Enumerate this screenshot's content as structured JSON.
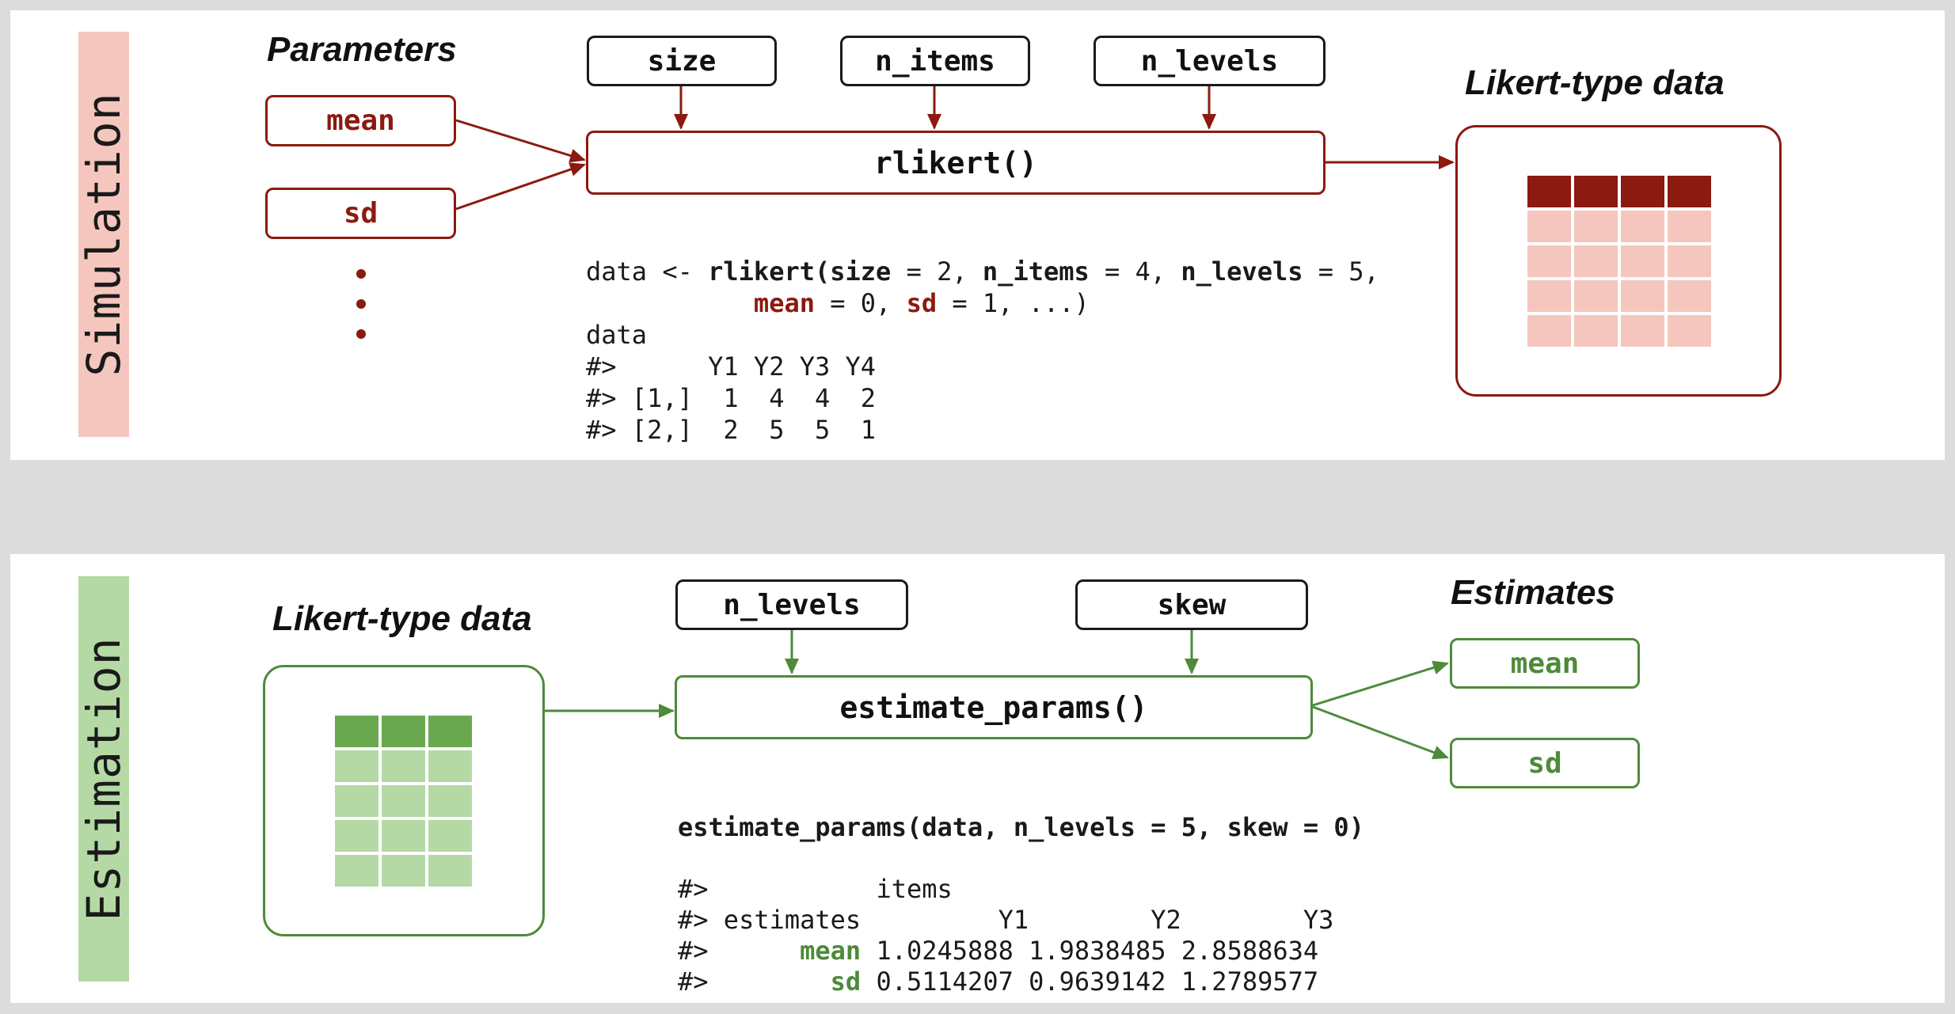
{
  "simulation": {
    "section_label": "Simulation",
    "parameters_heading": "Parameters",
    "param_boxes": [
      "mean",
      "sd"
    ],
    "arg_boxes": [
      "size",
      "n_items",
      "n_levels"
    ],
    "function_box": "rlikert()",
    "output_heading": "Likert-type data",
    "code": {
      "call_prefix": "data <- ",
      "call_fn": "rlikert(",
      "size_kw": "size",
      "size_val": " = 2, ",
      "items_kw": "n_items",
      "items_val": " = 4, ",
      "levels_kw": "n_levels",
      "levels_val": " = 5,",
      "indent": "           ",
      "mean_kw": "mean",
      "mean_val": " = 0, ",
      "sd_kw": "sd",
      "sd_val": " = 1, ...)",
      "print_line": "data",
      "out_header": "#>      Y1 Y2 Y3 Y4",
      "out_row1": "#> [1,]  1  4  4  2",
      "out_row2": "#> [2,]  2  5  5  1"
    }
  },
  "estimation": {
    "section_label": "Estimation",
    "input_heading": "Likert-type data",
    "arg_boxes": [
      "n_levels",
      "skew"
    ],
    "function_box": "estimate_params()",
    "output_heading": "Estimates",
    "output_boxes": [
      "mean",
      "sd"
    ],
    "code": {
      "call": "estimate_params(data, n_levels = 5, skew = 0)",
      "out_line1": "#>           items",
      "out_line2": "#> estimates         Y1        Y2        Y3",
      "out_line3_prefix": "#>      ",
      "out_line3_kw": "mean",
      "out_line3_vals": " 1.0245888 1.9838485 2.8588634",
      "out_line4_prefix": "#>        ",
      "out_line4_kw": "sd",
      "out_line4_vals": " 0.5114207 0.9639142 1.2789577"
    }
  },
  "colors": {
    "sim_band": "#f5c6bd",
    "sim_accent": "#8b1a10",
    "sim_header": "#8b1a10",
    "sim_cell": "#f5c6bd",
    "est_band": "#b5d9a5",
    "est_accent": "#4e8a3a",
    "est_header": "#6aa84f",
    "est_cell": "#b5d9a5"
  }
}
